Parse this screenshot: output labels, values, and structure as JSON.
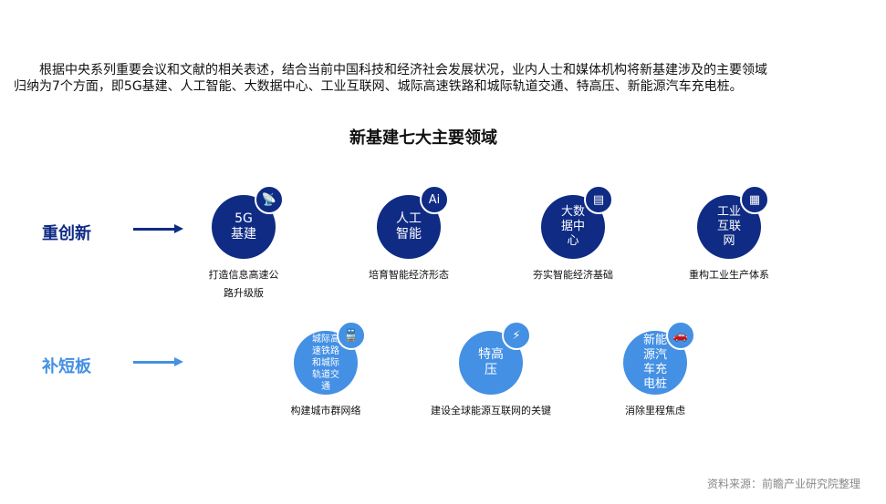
{
  "intro": [
    "　　根据中央系列重要会议和文献的相关表述，结合当前中国科技和经济社会发展状况，业内人士和媒体机构将新基建涉及的主要领域",
    "归纳为7个方面，即5G基建、人工智能、大数据中心、工业互联网、城际高速铁路和城际轨道交通、特高压、新能源汽车充电桩。"
  ],
  "title": "新基建七大主要领域",
  "colors": {
    "dark": "#0f2b84",
    "light": "#4490e4"
  },
  "rows": [
    {
      "label": "重创新",
      "items": [
        {
          "name": "5G\n基建",
          "icon": "antenna-icon",
          "caption": "打造信息高速公\n路升级版"
        },
        {
          "name": "人工\n智能",
          "icon": "ai-file-icon",
          "caption": "培育智能经济形态"
        },
        {
          "name": "大数\n据中\n心",
          "icon": "server-icon",
          "caption": "夯实智能经济基础"
        },
        {
          "name": "工业\n互联\n网",
          "icon": "factory-icon",
          "caption": "重构工业生产体系"
        }
      ]
    },
    {
      "label": "补短板",
      "items": [
        {
          "name": "城际高\n速铁路\n和城际\n轨道交\n通",
          "icon": "train-icon",
          "caption": "构建城市群网络"
        },
        {
          "name": "特高\n压",
          "icon": "power-tower-icon",
          "caption": "建设全球能源互联网的关键"
        },
        {
          "name": "新能\n源汽\n车充\n电桩",
          "icon": "ev-charging-icon",
          "caption": "消除里程焦虑"
        }
      ]
    }
  ],
  "source": "资料来源：前瞻产业研究院整理"
}
